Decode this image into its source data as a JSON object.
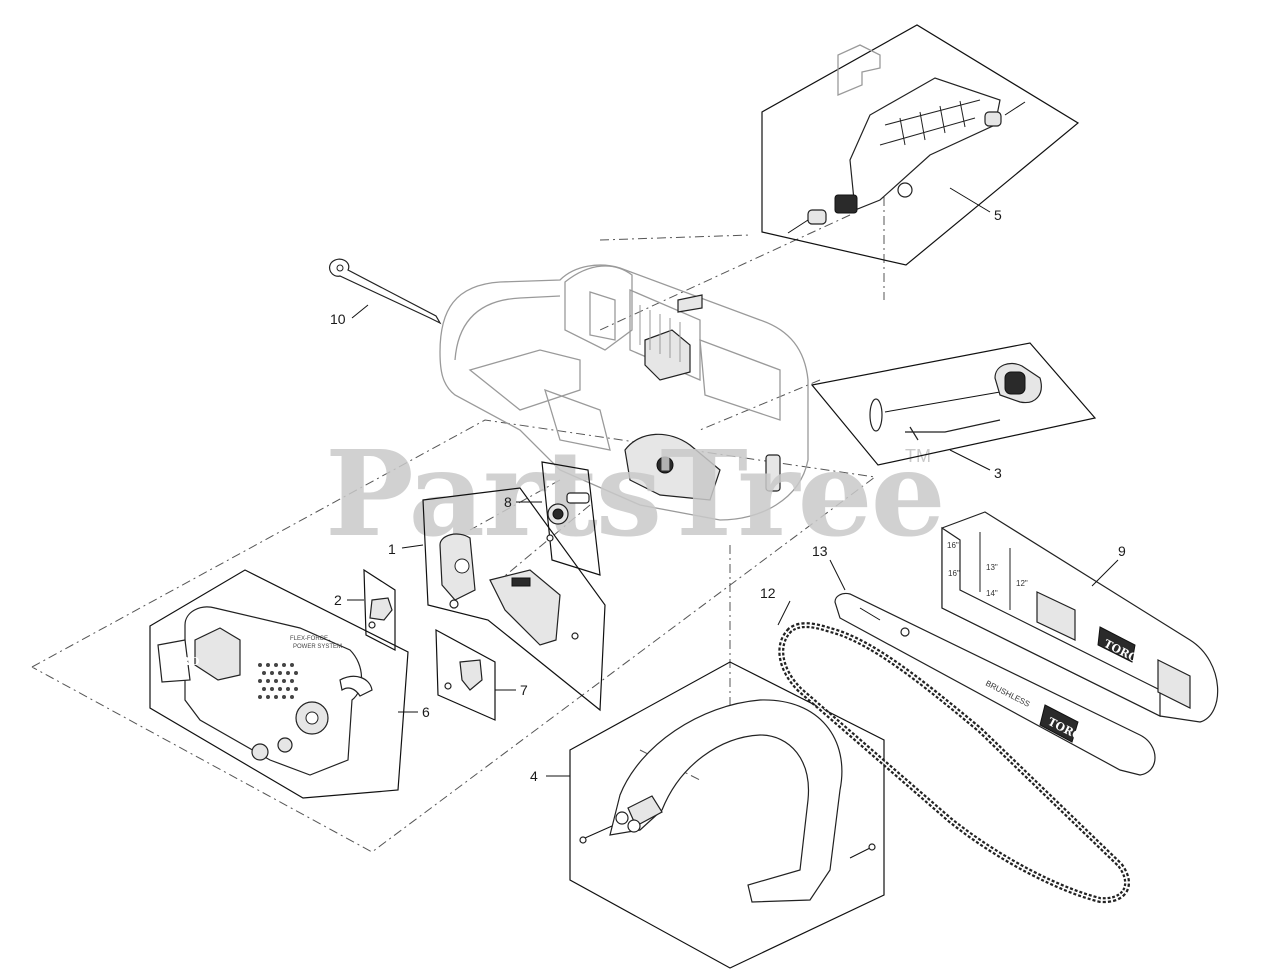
{
  "watermark": {
    "text": "PartsTree",
    "tm": "TM"
  },
  "callouts": [
    {
      "id": "1",
      "text": "1"
    },
    {
      "id": "2",
      "text": "2"
    },
    {
      "id": "3",
      "text": "3"
    },
    {
      "id": "4",
      "text": "4"
    },
    {
      "id": "5",
      "text": "5"
    },
    {
      "id": "6",
      "text": "6"
    },
    {
      "id": "7",
      "text": "7"
    },
    {
      "id": "8",
      "text": "8"
    },
    {
      "id": "9",
      "text": "9"
    },
    {
      "id": "10",
      "text": "10"
    },
    {
      "id": "12",
      "text": "12"
    },
    {
      "id": "13",
      "text": "13"
    }
  ],
  "labels": {
    "toro_logo": "TORO",
    "sprocket_cover_brand": "FLEX-FORCE",
    "sprocket_cover_sub": "POWER SYSTEM",
    "bar_label": "BRUSHLESS",
    "bar_sizes": [
      "16\"",
      "16\"",
      "14\"",
      "13\"",
      "12\""
    ]
  }
}
